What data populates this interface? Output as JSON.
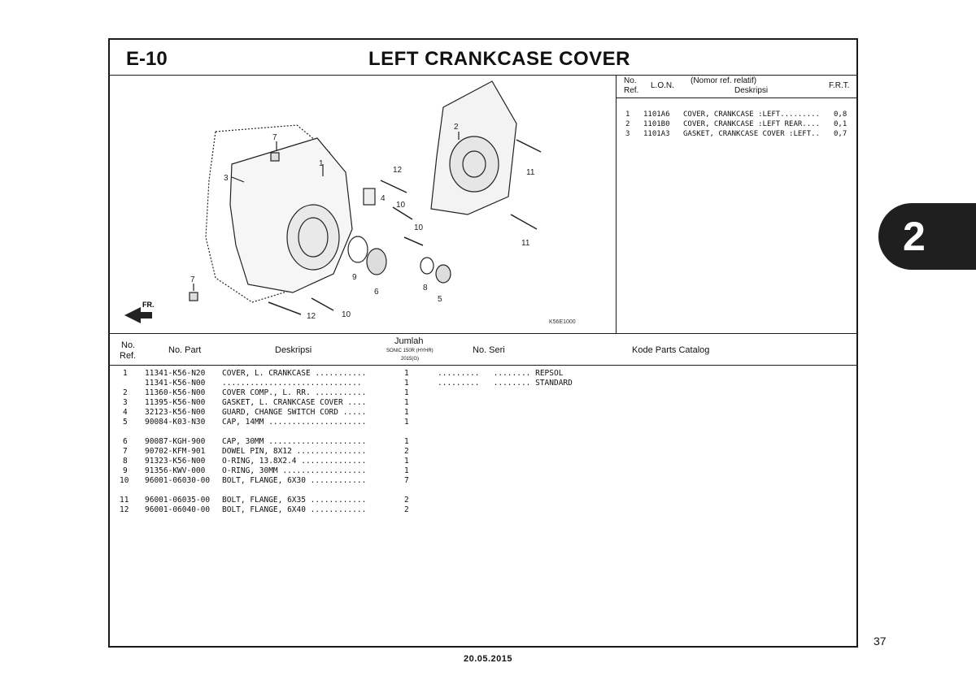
{
  "header": {
    "code": "E-10",
    "title": "LEFT CRANKCASE COVER"
  },
  "diagram": {
    "callouts": [
      "1",
      "2",
      "3",
      "4",
      "5",
      "6",
      "7",
      "7",
      "8",
      "9",
      "10",
      "10",
      "10",
      "11",
      "11",
      "12",
      "12"
    ],
    "direction_label": "FR.",
    "figure_code": "K56E1000"
  },
  "lon_table": {
    "headers": {
      "no_ref_1": "No.",
      "no_ref_2": "Ref.",
      "lon": "L.O.N.",
      "desc_1": "(Nomor ref. relatif)",
      "desc_2": "Deskripsi",
      "frt": "F.R.T."
    },
    "rows": [
      {
        "ref": "1",
        "lon": "1101A6",
        "desc": "COVER, CRANKCASE :LEFT.........",
        "frt": "0,8"
      },
      {
        "ref": "2",
        "lon": "1101B0",
        "desc": "COVER, CRANKCASE :LEFT REAR....",
        "frt": "0,1"
      },
      {
        "ref": "3",
        "lon": "1101A3",
        "desc": "GASKET, CRANKCASE COVER :LEFT..",
        "frt": "0,7"
      }
    ]
  },
  "parts_table": {
    "headers": {
      "no_ref_1": "No.",
      "no_ref_2": "Ref.",
      "part": "No. Part",
      "desc": "Deskripsi",
      "jumlah": "Jumlah",
      "model": "SONIC 150R (HYHR)",
      "year": "2015(G)",
      "seri": "No. Seri",
      "catalog": "Kode Parts Catalog"
    },
    "rows": [
      {
        "ref": "1",
        "part": "11341-K56-N20",
        "desc": "COVER, L. CRANKCASE ...........",
        "qty": "1",
        "seri": ".........   ........ REPSOL"
      },
      {
        "ref": "",
        "part": "11341-K56-N00",
        "desc": "..............................",
        "qty": "1",
        "seri": ".........   ........ STANDARD"
      },
      {
        "ref": "2",
        "part": "11360-K56-N00",
        "desc": "COVER COMP., L. RR. ...........",
        "qty": "1",
        "seri": ""
      },
      {
        "ref": "3",
        "part": "11395-K56-N00",
        "desc": "GASKET, L. CRANKCASE COVER ....",
        "qty": "1",
        "seri": ""
      },
      {
        "ref": "4",
        "part": "32123-K56-N00",
        "desc": "GUARD, CHANGE SWITCH CORD .....",
        "qty": "1",
        "seri": ""
      },
      {
        "ref": "5",
        "part": "90084-K03-N30",
        "desc": "CAP, 14MM .....................",
        "qty": "1",
        "seri": ""
      },
      {
        "ref": "6",
        "part": "90087-KGH-900",
        "desc": "CAP, 30MM .....................",
        "qty": "1",
        "seri": ""
      },
      {
        "ref": "7",
        "part": "90702-KFM-901",
        "desc": "DOWEL PIN, 8X12 ...............",
        "qty": "2",
        "seri": ""
      },
      {
        "ref": "8",
        "part": "91323-K56-N00",
        "desc": "O-RING, 13.8X2.4 ..............",
        "qty": "1",
        "seri": ""
      },
      {
        "ref": "9",
        "part": "91356-KWV-000",
        "desc": "O-RING, 30MM ..................",
        "qty": "1",
        "seri": ""
      },
      {
        "ref": "10",
        "part": "96001-06030-00",
        "desc": "BOLT, FLANGE, 6X30 ............",
        "qty": "7",
        "seri": ""
      },
      {
        "ref": "11",
        "part": "96001-06035-00",
        "desc": "BOLT, FLANGE, 6X35 ............",
        "qty": "2",
        "seri": ""
      },
      {
        "ref": "12",
        "part": "96001-06040-00",
        "desc": "BOLT, FLANGE, 6X40 ............",
        "qty": "2",
        "seri": ""
      }
    ]
  },
  "side_tab": "2",
  "page_number": "37",
  "date": "20.05.2015"
}
